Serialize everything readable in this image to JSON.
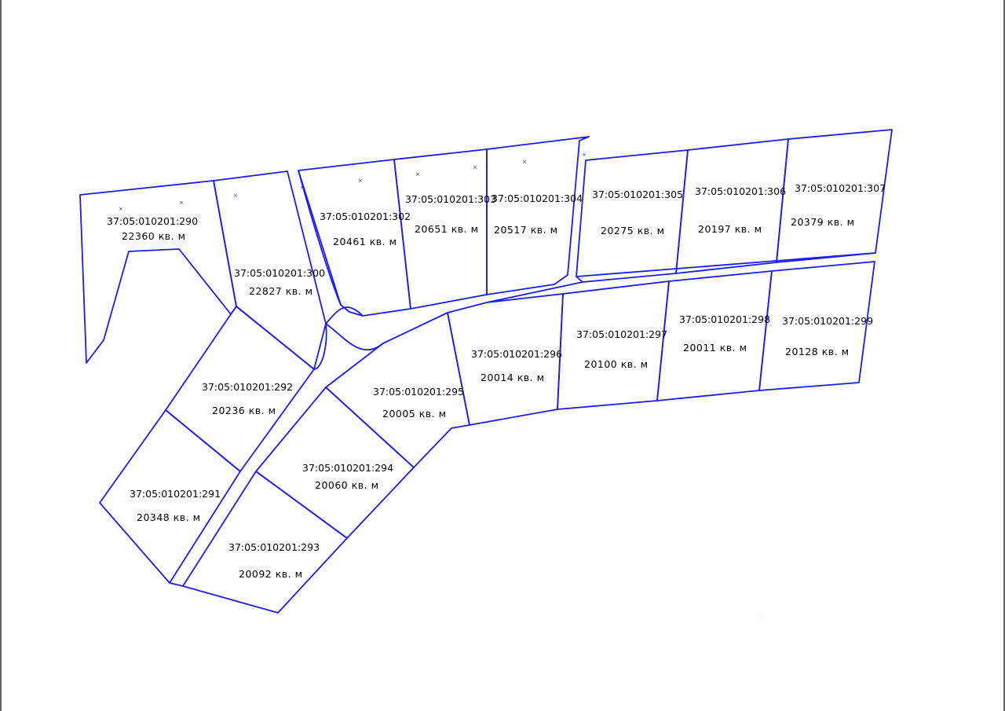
{
  "map": {
    "line_color": "#1a1aff",
    "text_color": "#000000",
    "parcels": [
      {
        "id": "290",
        "number": "37:05:010201:290",
        "area": "22360 кв. м"
      },
      {
        "id": "300",
        "number": "37:05:010201:300",
        "area": "22827 кв. м"
      },
      {
        "id": "302",
        "number": "37:05:010201:302",
        "area": "20461 кв. м"
      },
      {
        "id": "303",
        "number": "37:05:010201:303",
        "area": "20651 кв. м"
      },
      {
        "id": "304",
        "number": "37:05:010201:304",
        "area": "20517 кв. м"
      },
      {
        "id": "305",
        "number": "37:05:010201:305",
        "area": "20275 кв. м"
      },
      {
        "id": "306",
        "number": "37:05:010201:306",
        "area": "20197 кв. м"
      },
      {
        "id": "307",
        "number": "37:05:010201:307",
        "area": "20379 кв. м"
      },
      {
        "id": "296",
        "number": "37:05:010201:296",
        "area": "20014 кв. м"
      },
      {
        "id": "297",
        "number": "37:05:010201:297",
        "area": "20100 кв. м"
      },
      {
        "id": "298",
        "number": "37:05:010201:298",
        "area": "20011 кв. м"
      },
      {
        "id": "299",
        "number": "37:05:010201:299",
        "area": "20128 кв. м"
      },
      {
        "id": "292",
        "number": "37:05:010201:292",
        "area": "20236 кв. м"
      },
      {
        "id": "295",
        "number": "37:05:010201:295",
        "area": "20005 кв. м"
      },
      {
        "id": "291",
        "number": "37:05:010201:291",
        "area": "20348 кв. м"
      },
      {
        "id": "294",
        "number": "37:05:010201:294",
        "area": "20060 кв. м"
      },
      {
        "id": "293",
        "number": "37:05:010201:293",
        "area": "20092 кв. м"
      }
    ]
  }
}
